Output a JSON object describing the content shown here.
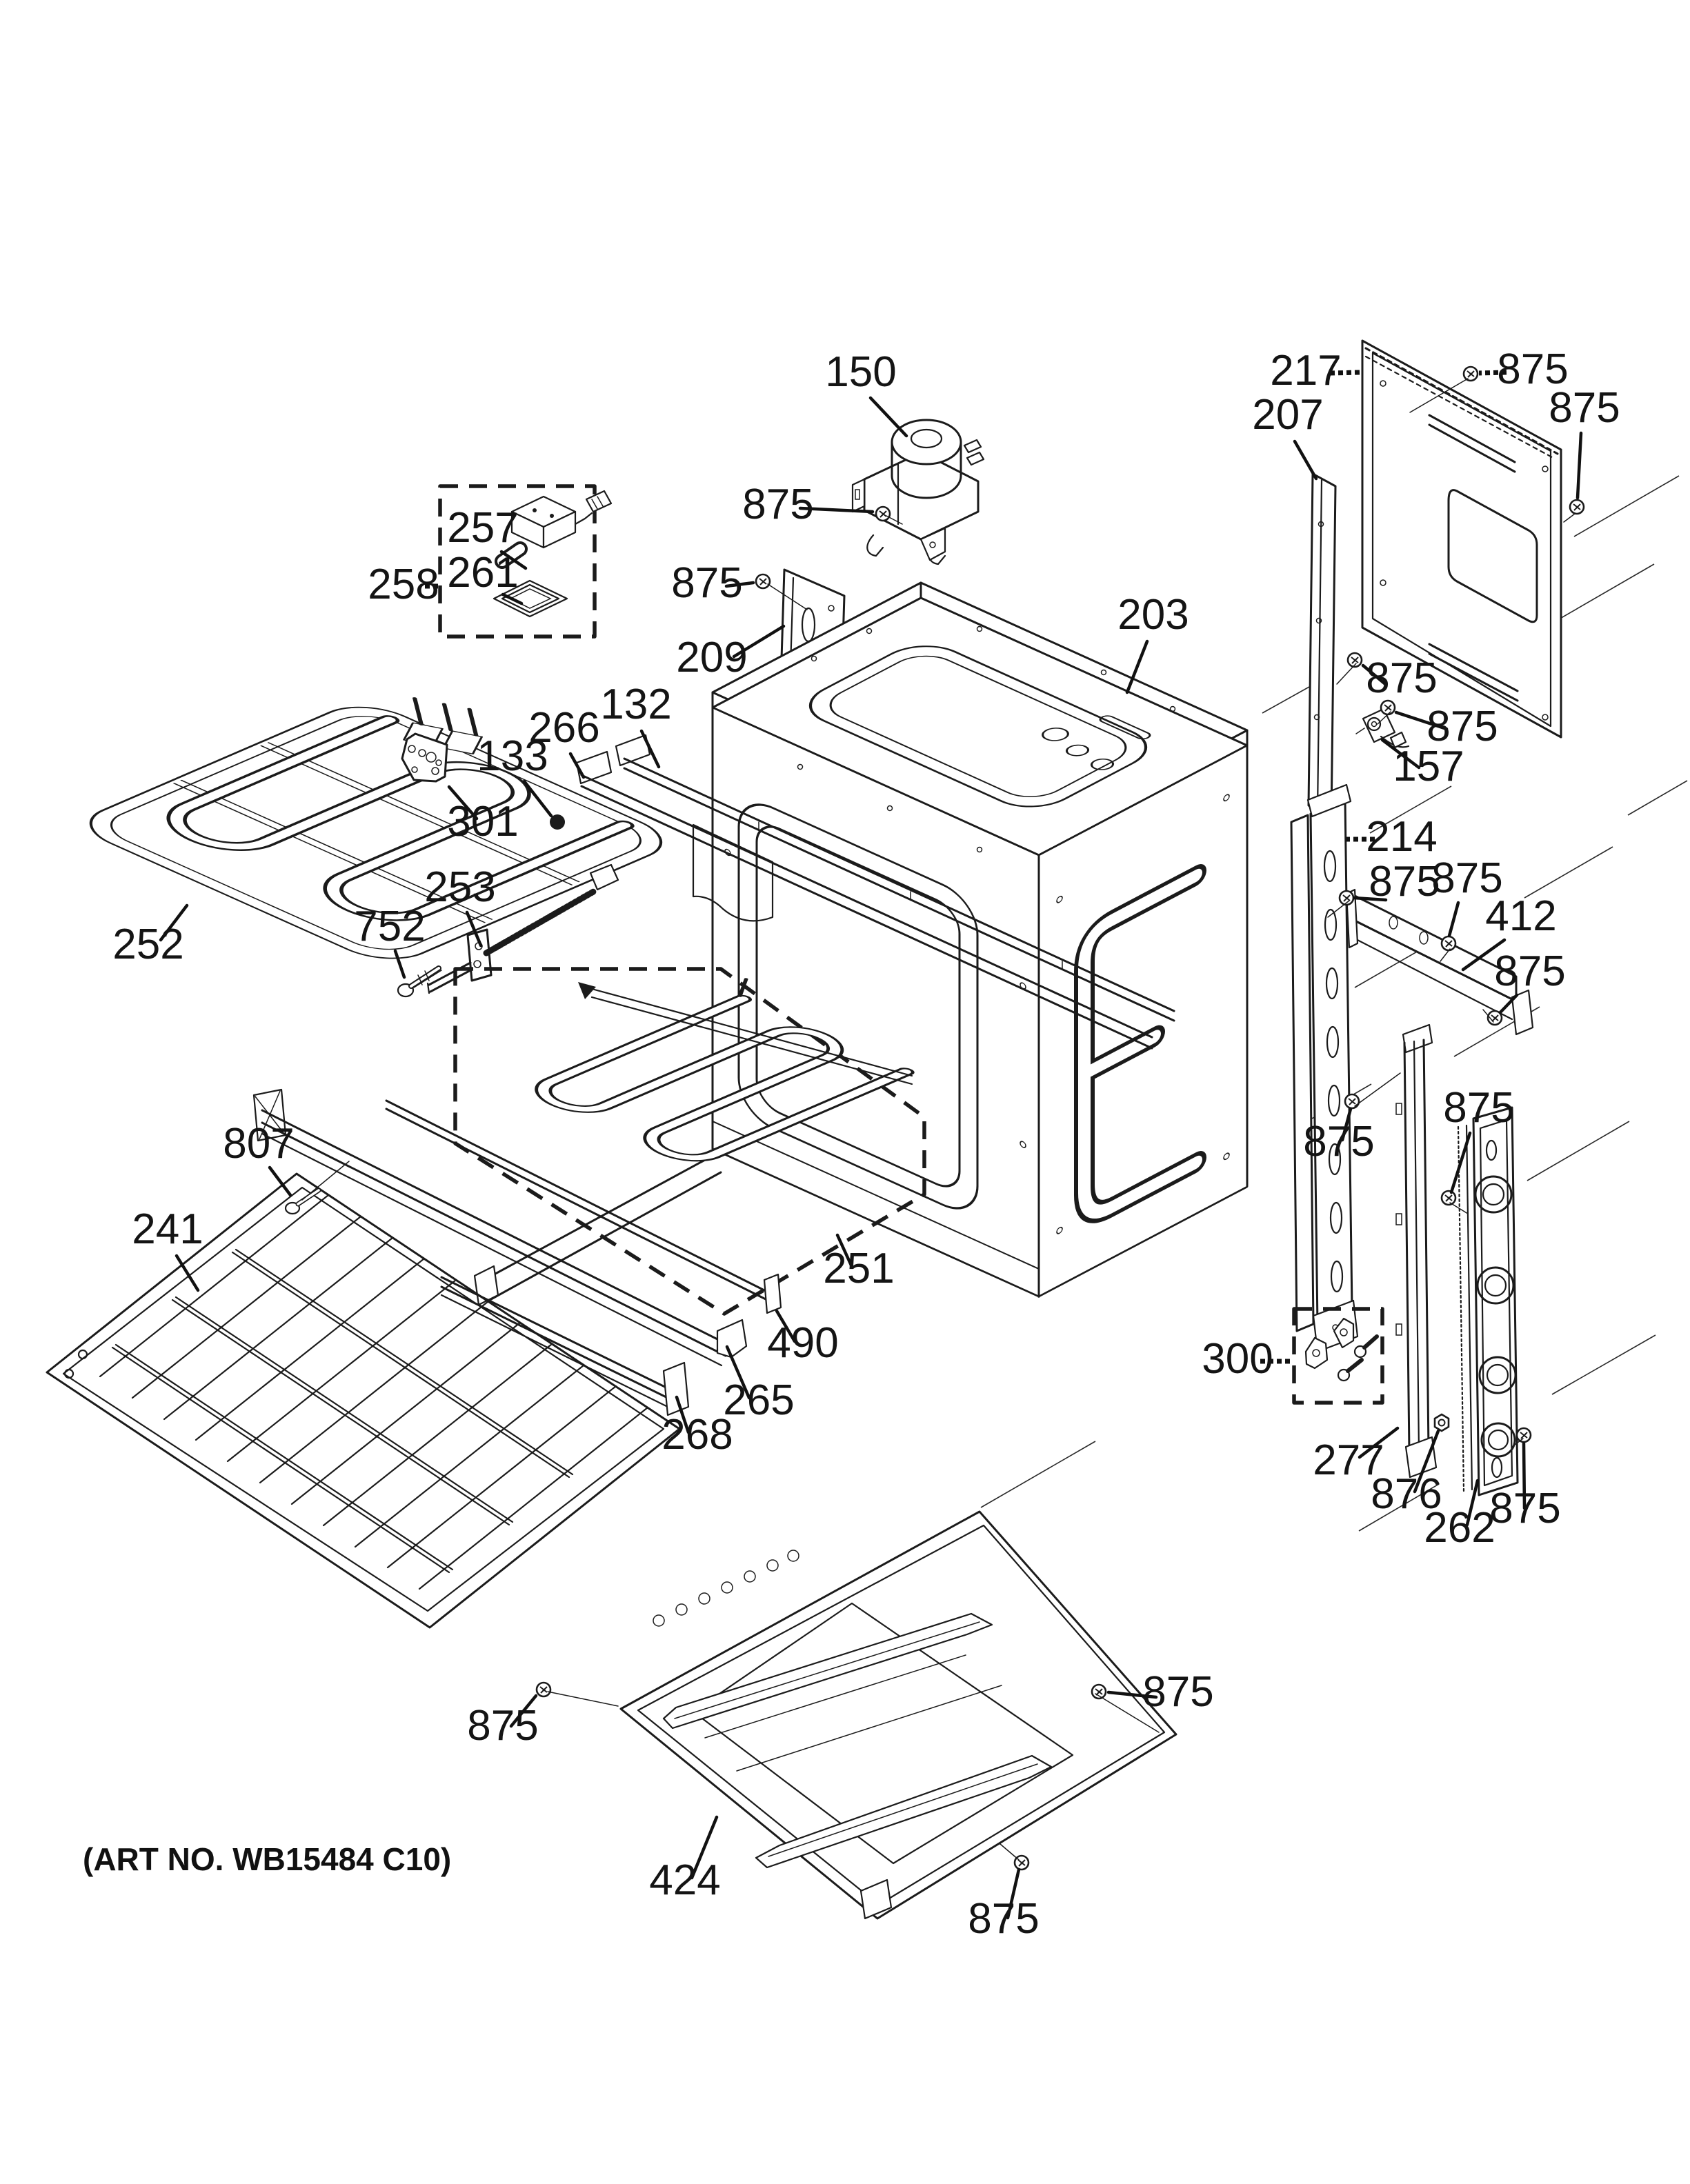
{
  "figure": {
    "art_no": "(ART NO. WB15484 C10)"
  },
  "labels": [
    {
      "text": "150"
    },
    {
      "text": "875"
    },
    {
      "text": "217"
    },
    {
      "text": "875"
    },
    {
      "text": "875"
    },
    {
      "text": "207"
    },
    {
      "text": "875"
    },
    {
      "text": "209"
    },
    {
      "text": "203"
    },
    {
      "text": "258"
    },
    {
      "text": "257"
    },
    {
      "text": "261"
    },
    {
      "text": "132"
    },
    {
      "text": "266"
    },
    {
      "text": "133"
    },
    {
      "text": "301"
    },
    {
      "text": "252"
    },
    {
      "text": "253"
    },
    {
      "text": "752"
    },
    {
      "text": "214"
    },
    {
      "text": "875"
    },
    {
      "text": "875"
    },
    {
      "text": "412"
    },
    {
      "text": "875"
    },
    {
      "text": "875"
    },
    {
      "text": "875"
    },
    {
      "text": "300"
    },
    {
      "text": "277"
    },
    {
      "text": "876"
    },
    {
      "text": "262"
    },
    {
      "text": "875"
    },
    {
      "text": "807"
    },
    {
      "text": "241"
    },
    {
      "text": "490"
    },
    {
      "text": "265"
    },
    {
      "text": "268"
    },
    {
      "text": "251"
    },
    {
      "text": "875"
    },
    {
      "text": "875"
    },
    {
      "text": "875"
    },
    {
      "text": "424"
    },
    {
      "text": "157"
    },
    {
      "text": "875"
    },
    {
      "text": "875"
    }
  ]
}
